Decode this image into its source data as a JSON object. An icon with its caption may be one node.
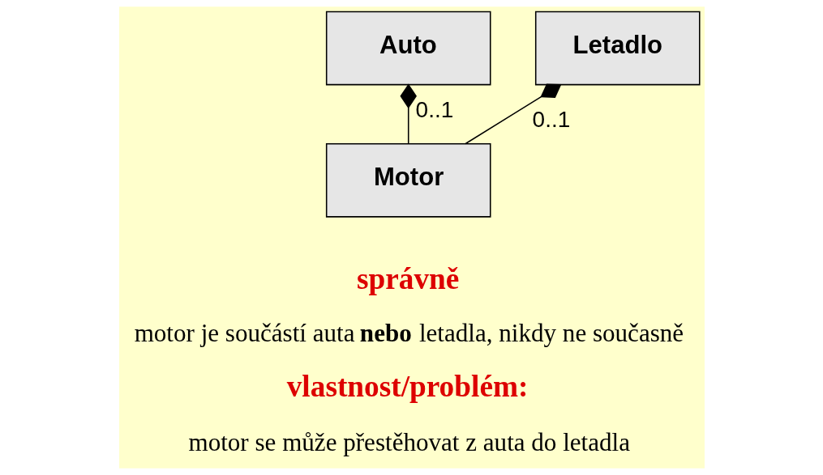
{
  "diagram": {
    "nodes": [
      {
        "text": [
          "Auto"
        ]
      },
      {
        "text": [
          "Letadlo"
        ]
      },
      {
        "text": [
          "Motor"
        ]
      }
    ],
    "edges": [
      {
        "from": 2,
        "to": 0,
        "arrow": "other",
        "label": "0..1"
      },
      {
        "from": 2,
        "to": 1,
        "arrow": "other",
        "label": "0..1"
      }
    ],
    "labels": [
      "správně",
      "motor je součástí auta **nebo** letadla, nikdy ne současně",
      "vlastnost/problém:",
      "motor se může přestěhovat z auta do letadla"
    ]
  }
}
